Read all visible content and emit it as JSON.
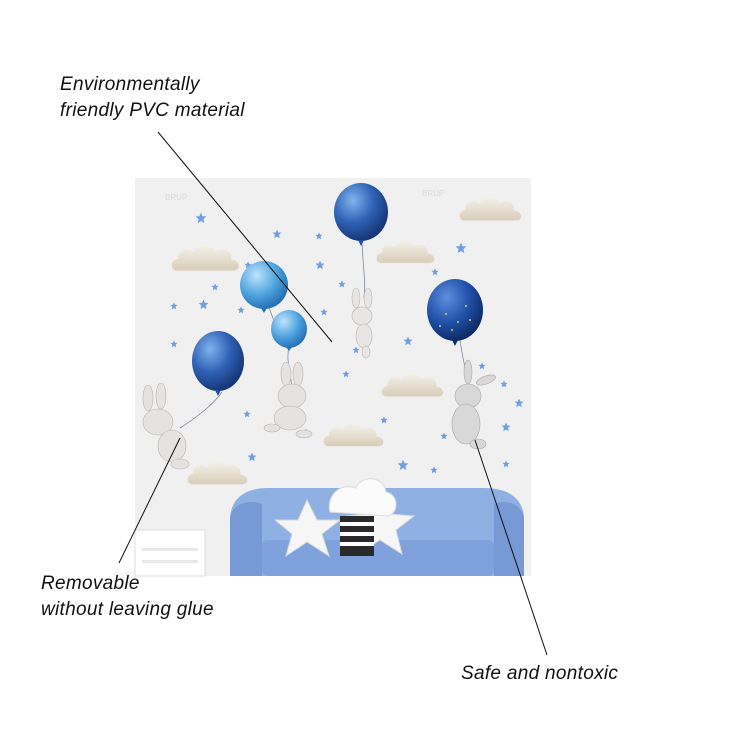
{
  "labels": {
    "environment": {
      "line1": "Environmentally",
      "line2": "friendly PVC material"
    },
    "removable": {
      "line1": "Removable",
      "line2": "without leaving glue"
    },
    "safe": {
      "line1": "Safe and nontoxic"
    }
  },
  "watermarks": [
    "BRUP",
    "BRUP"
  ],
  "colors": {
    "wall": "#f1f0f0",
    "balloon_dark": "#2f62b5",
    "balloon_light": "#4da3de",
    "star": "#6f9fe0",
    "cloud": "#e6dfd2",
    "sofa": "#8fb0e3"
  },
  "icons": [
    "balloon",
    "bunny",
    "cloud",
    "star",
    "sofa",
    "star-pillow"
  ]
}
